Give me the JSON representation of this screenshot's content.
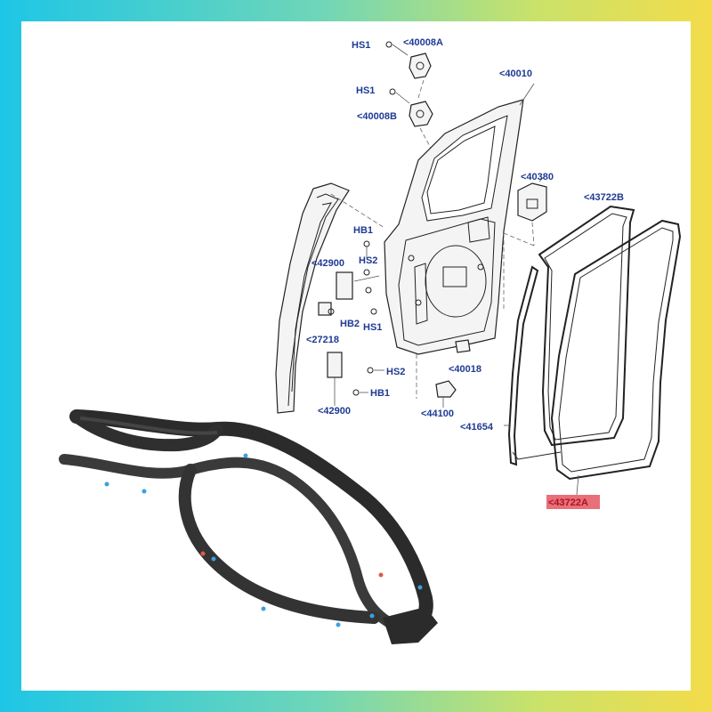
{
  "labels": {
    "hs1_top": "HS1",
    "p40008a": "<40008A",
    "p40010": "<40010",
    "hs1_mid": "HS1",
    "p40008b": "<40008B",
    "p40380": "<40380",
    "p43722b": "<43722B",
    "hb1_top": "HB1",
    "p42900_top": "<42900",
    "hs2_top": "HS2",
    "hb2": "HB2",
    "hs1_low": "HS1",
    "p27218": "<27218",
    "p40018": "<40018",
    "hs2_low": "HS2",
    "hb1_low": "HB1",
    "p42900_low": "<42900",
    "p44100": "<44100",
    "p41654": "<41654",
    "p43722a": "<43722A"
  },
  "colors": {
    "label_text": "#1f3a93",
    "highlight_box": "#e8707a",
    "seal_rubber": "#2b2b2b",
    "frame_gradient_left": "#1ec6e6",
    "frame_gradient_right": "#f3dc4a"
  }
}
